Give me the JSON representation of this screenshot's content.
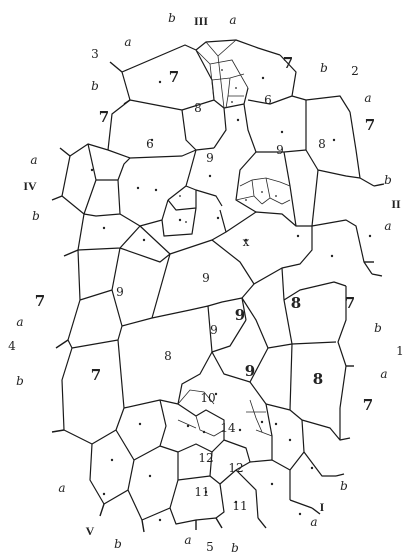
{
  "figure": {
    "roman_numerals": [
      "I",
      "II",
      "III",
      "IV",
      "V"
    ],
    "arabic_markers": [
      "1",
      "2",
      "3",
      "4",
      "5"
    ],
    "letters": [
      "a",
      "b"
    ],
    "cell_numbers": [
      "6",
      "7",
      "8",
      "9",
      "10",
      "11",
      "12",
      "14",
      "x"
    ]
  }
}
